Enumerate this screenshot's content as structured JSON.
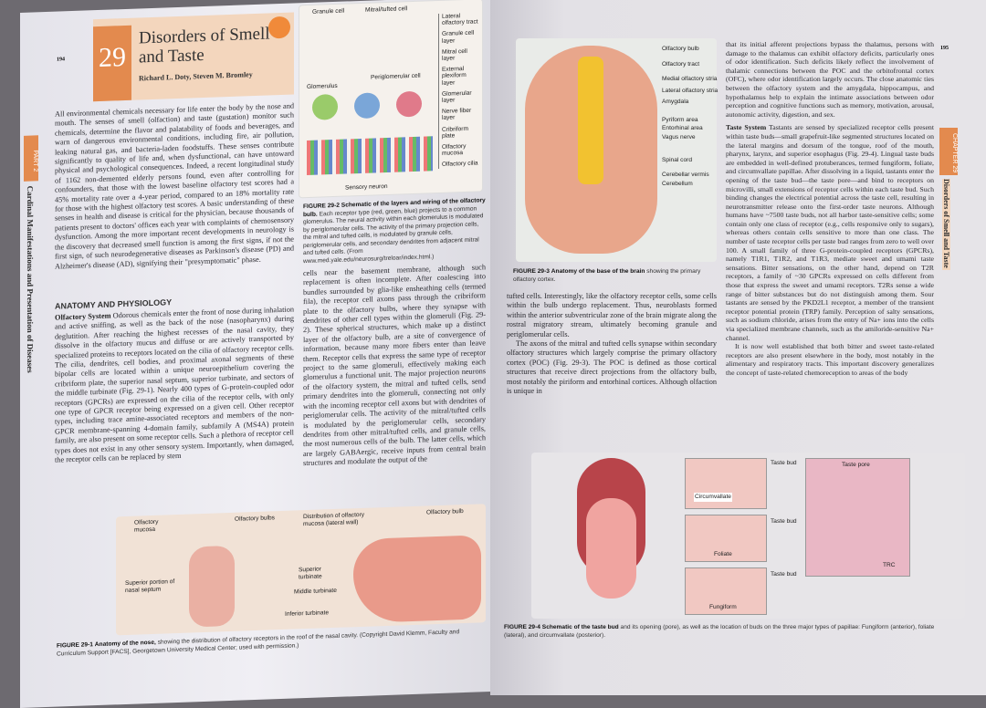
{
  "left_page": {
    "page_number": "194",
    "chapter_number": "29",
    "chapter_title_1": "Disorders of Smell",
    "chapter_title_2": "and Taste",
    "authors": "Richard L. Doty, Steven M. Bromley",
    "part_tab": "PART 2",
    "part_title": "Cardinal Manifestations and Presentation of Diseases",
    "intro": "All environmental chemicals necessary for life enter the body by the nose and mouth. The senses of smell (olfaction) and taste (gustation) monitor such chemicals, determine the flavor and palatability of foods and beverages, and warn of dangerous environmental conditions, including fire, air pollution, leaking natural gas, and bacteria-laden foodstuffs. These senses contribute significantly to quality of life and, when dysfunctional, can have untoward physical and psychological consequences. Indeed, a recent longitudinal study of 1162 non-demented elderly persons found, even after controlling for confounders, that those with the lowest baseline olfactory test scores had a 45% mortality rate over a 4-year period, compared to an 18% mortality rate for those with the highest olfactory test scores. A basic understanding of these senses in health and disease is critical for the physician, because thousands of patients present to doctors' offices each year with complaints of chemosensory dysfunction. Among the more important recent developments in neurology is the discovery that decreased smell function is among the first signs, if not the first sign, of such neurodegenerative diseases as Parkinson's disease (PD) and Alzheimer's disease (AD), signifying their \"presymptomatic\" phase.",
    "section_heading": "ANATOMY AND PHYSIOLOGY",
    "olf_heading": "Olfactory System",
    "olf_text": "Odorous chemicals enter the front of nose during inhalation and active sniffing, as well as the back of the nose (nasopharynx) during deglutition. After reaching the highest recesses of the nasal cavity, they dissolve in the olfactory mucus and diffuse or are actively transported by specialized proteins to receptors located on the cilia of olfactory receptor cells. The cilia, dendrites, cell bodies, and proximal axonal segments of these bipolar cells are located within a unique neuroepithelium covering the cribriform plate, the superior nasal septum, superior turbinate, and sectors of the middle turbinate (Fig. 29-1). Nearly 400 types of G-protein-coupled odor receptors (GPCRs) are expressed on the cilia of the receptor cells, with only one type of GPCR receptor being expressed on a given cell. Other receptor types, including trace amine-associated receptors and members of the non-GPCR membrane-spanning 4-domain family, subfamily A (MS4A) protein family, are also present on some receptor cells. Such a plethora of receptor cell types does not exist in any other sensory system. Importantly, when damaged, the receptor cells can be replaced by stem",
    "col2_text": "cells near the basement membrane, although such replacement is often incomplete. After coalescing into bundles surrounded by glia-like ensheathing cells (termed fila), the receptor cell axons pass through the cribriform plate to the olfactory bulbs, where they synapse with dendrites of other cell types within the glomeruli (Fig. 29-2). These spherical structures, which make up a distinct layer of the olfactory bulb, are a site of convergence of information, because many more fibers enter than leave them. Receptor cells that express the same type of receptor project to the same glomeruli, effectively making each glomerulus a functional unit. The major projection neurons of the olfactory system, the mitral and tufted cells, send primary dendrites into the glomeruli, connecting not only with the incoming receptor cell axons but with dendrites of periglomerular cells. The activity of the mitral/tufted cells is modulated by the periglomerular cells, secondary dendrites from other mitral/tufted cells, and granule cells, the most numerous cells of the bulb. The latter cells, which are largely GABAergic, receive inputs from central brain structures and modulate the output of the",
    "fig2_labels": [
      "Granule cell",
      "Mitral/tufted cell",
      "Glomerulus",
      "Periglomerular cell",
      "Sensory neuron",
      "Lateral olfactory tract",
      "Granule cell layer",
      "Mitral cell layer",
      "External plexiform layer",
      "Glomerular layer",
      "Nerve fiber layer",
      "Cribriform plate",
      "Olfactory mucosa",
      "Olfactory cilia"
    ],
    "fig2_caption_label": "FIGURE 29-2",
    "fig2_caption_title": "Schematic of the layers and wiring of the olfactory bulb.",
    "fig2_caption_text": "Each receptor type (red, green, blue) projects to a common glomerulus. The neural activity within each glomerulus is modulated by periglomerular cells. The activity of the primary projection cells, the mitral and tufted cells, is modulated by granule cells, periglomerular cells, and secondary dendrites from adjacent mitral and tufted cells. (From www.med.yale.edu/neurosurg/treloar/index.html.)",
    "fig1_labels": [
      "Olfactory mucosa",
      "Olfactory bulbs",
      "Distribution of olfactory mucosa (lateral wall)",
      "Olfactory bulb",
      "Superior portion of nasal septum",
      "Superior turbinate",
      "Middle turbinate",
      "Inferior turbinate"
    ],
    "fig1_caption_label": "FIGURE 29-1",
    "fig1_caption_title": "Anatomy of the nose,",
    "fig1_caption_text": "showing the distribution of olfactory receptors in the roof of the nasal cavity. (Copyright David Klemm, Faculty and Curriculum Support [FACS], Georgetown University Medical Center; used with permission.)"
  },
  "right_page": {
    "page_number": "195",
    "chapter_tab": "CHAPTER 29",
    "chapter_tab_title": "Disorders of Smell and Taste",
    "fig3_labels": [
      "Olfactory bulb",
      "Olfactory tract",
      "Medial olfactory stria",
      "Lateral olfactory stria",
      "Amygdala",
      "Pyriform area",
      "Entorhinal area",
      "Vagus nerve",
      "Spinal cord",
      "Cerebellar vermis",
      "Cerebellum"
    ],
    "fig3_caption_label": "FIGURE 29-3",
    "fig3_caption_title": "Anatomy of the base of the brain",
    "fig3_caption_text": "showing the primary olfactory cortex.",
    "col1_text": "tufted cells. Interestingly, like the olfactory receptor cells, some cells within the bulb undergo replacement. Thus, neuroblasts formed within the anterior subventricular zone of the brain migrate along the rostral migratory stream, ultimately becoming granule and periglomerular cells.",
    "col1_text2": "The axons of the mitral and tufted cells synapse within secondary olfactory structures which largely comprise the primary olfactory cortex (POC) (Fig. 29-3). The POC is defined as those cortical structures that receive direct projections from the olfactory bulb, most notably the piriform and entorhinal cortices. Although olfaction is unique in",
    "col2_text": "that its initial afferent projections bypass the thalamus, persons with damage to the thalamus can exhibit olfactory deficits, particularly ones of odor identification. Such deficits likely reflect the involvement of thalamic connections between the POC and the orbitofrontal cortex (OFC), where odor identification largely occurs. The close anatomic ties between the olfactory system and the amygdala, hippocampus, and hypothalamus help to explain the intimate associations between odor perception and cognitive functions such as memory, motivation, arousal, autonomic activity, digestion, and sex.",
    "taste_heading": "Taste System",
    "taste_text": "Tastants are sensed by specialized receptor cells present within taste buds—small grapefruit-like segmented structures located on the lateral margins and dorsum of the tongue, roof of the mouth, pharynx, larynx, and superior esophagus (Fig. 29-4). Lingual taste buds are embedded in well-defined protuberances, termed fungiform, foliate, and circumvallate papillae. After dissolving in a liquid, tastants enter the opening of the taste bud—the taste pore—and bind to receptors on microvilli, small extensions of receptor cells within each taste bud. Such binding changes the electrical potential across the taste cell, resulting in neurotransmitter release onto the first-order taste neurons. Although humans have ~7500 taste buds, not all harbor taste-sensitive cells; some contain only one class of receptor (e.g., cells responsive only to sugars), whereas others contain cells sensitive to more than one class. The number of taste receptor cells per taste bud ranges from zero to well over 100. A small family of three G-protein-coupled receptors (GPCRs), namely T1R1, T1R2, and T1R3, mediate sweet and umami taste sensations. Bitter sensations, on the other hand, depend on T2R receptors, a family of ~30 GPCRs expressed on cells different from those that express the sweet and umami receptors. T2Rs sense a wide range of bitter substances but do not distinguish among them. Sour tastants are sensed by the PKD2L1 receptor, a member of the transient receptor potential protein (TRP) family. Perception of salty sensations, such as sodium chloride, arises from the entry of Na+ ions into the cells via specialized membrane channels, such as the amiloride-sensitive Na+ channel.",
    "taste_text2": "It is now well established that both bitter and sweet taste-related receptors are also present elsewhere in the body, most notably in the alimentary and respiratory tracts. This important discovery generalizes the concept of taste-related chemoreception to areas of the body",
    "fig4_labels": [
      "Taste bud",
      "Circumvallate",
      "Taste bud",
      "Foliate",
      "Taste bud",
      "Fungiform",
      "Taste pore",
      "TRC"
    ],
    "fig4_caption_label": "FIGURE 29-4",
    "fig4_caption_title": "Schematic of the taste bud",
    "fig4_caption_text": "and its opening (pore), as well as the location of buds on the three major types of papillae: Fungiform (anterior), foliate (lateral), and circumvallate (posterior).",
    "colors": {
      "accent_orange": "#e38a4e",
      "link_blue": "#3b5fb0"
    }
  }
}
